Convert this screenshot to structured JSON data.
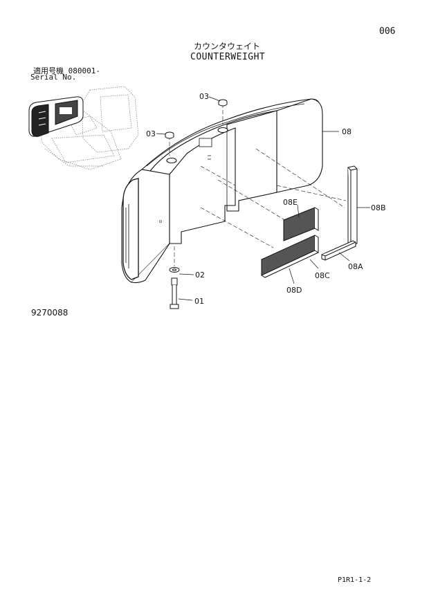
{
  "header": {
    "page_number": "006",
    "title_jp": "カウンタウェイト",
    "title_en": "COUNTERWEIGHT",
    "serial_label_jp": "適用号機 080001-",
    "serial_label_en": "Serial No."
  },
  "diagram": {
    "callouts": {
      "c03a": "03",
      "c03b": "03",
      "c08": "08",
      "c08E": "08E",
      "c08B": "08B",
      "c08A": "08A",
      "c08C": "08C",
      "c08D": "08D",
      "c02": "02",
      "c01": "01"
    }
  },
  "footer": {
    "drawing_number": "9270088",
    "page_code": "P1R1-1-2"
  }
}
